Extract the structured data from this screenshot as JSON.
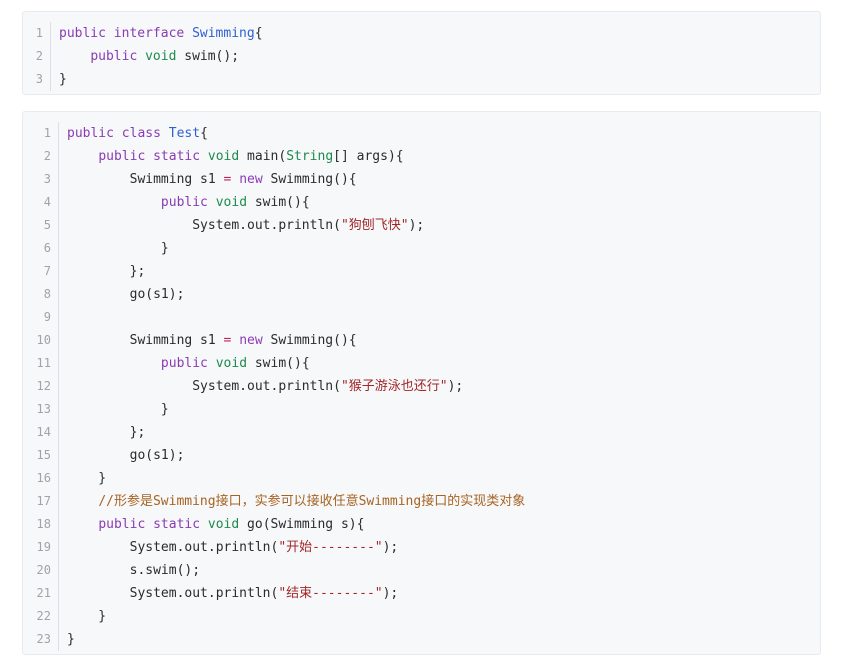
{
  "blocks": [
    {
      "name": "interface-code-block",
      "lines": [
        [
          [
            "kw",
            "public"
          ],
          [
            "p",
            " "
          ],
          [
            "kw",
            "interface"
          ],
          [
            "p",
            " "
          ],
          [
            "cls",
            "Swimming"
          ],
          [
            "p",
            "{"
          ]
        ],
        [
          [
            "p",
            "    "
          ],
          [
            "kw",
            "public"
          ],
          [
            "p",
            " "
          ],
          [
            "ty",
            "void"
          ],
          [
            "p",
            " swim();"
          ]
        ],
        [
          [
            "p",
            "}"
          ]
        ]
      ]
    },
    {
      "name": "test-class-code-block",
      "lines": [
        [
          [
            "kw",
            "public"
          ],
          [
            "p",
            " "
          ],
          [
            "kw",
            "class"
          ],
          [
            "p",
            " "
          ],
          [
            "cls",
            "Test"
          ],
          [
            "p",
            "{"
          ]
        ],
        [
          [
            "p",
            "    "
          ],
          [
            "kw",
            "public"
          ],
          [
            "p",
            " "
          ],
          [
            "kw",
            "static"
          ],
          [
            "p",
            " "
          ],
          [
            "ty",
            "void"
          ],
          [
            "p",
            " main("
          ],
          [
            "ty",
            "String"
          ],
          [
            "p",
            "[] args){"
          ]
        ],
        [
          [
            "p",
            "        Swimming s1 "
          ],
          [
            "op",
            "="
          ],
          [
            "p",
            " "
          ],
          [
            "kw",
            "new"
          ],
          [
            "p",
            " Swimming(){"
          ]
        ],
        [
          [
            "p",
            "            "
          ],
          [
            "kw",
            "public"
          ],
          [
            "p",
            " "
          ],
          [
            "ty",
            "void"
          ],
          [
            "p",
            " swim(){"
          ]
        ],
        [
          [
            "p",
            "                System.out.println("
          ],
          [
            "str",
            "\"狗刨飞快\""
          ],
          [
            "p",
            ");"
          ]
        ],
        [
          [
            "p",
            "            }"
          ]
        ],
        [
          [
            "p",
            "        };"
          ]
        ],
        [
          [
            "p",
            "        go(s1);"
          ]
        ],
        [
          [
            "p",
            ""
          ]
        ],
        [
          [
            "p",
            "        Swimming s1 "
          ],
          [
            "op",
            "="
          ],
          [
            "p",
            " "
          ],
          [
            "kw",
            "new"
          ],
          [
            "p",
            " Swimming(){"
          ]
        ],
        [
          [
            "p",
            "            "
          ],
          [
            "kw",
            "public"
          ],
          [
            "p",
            " "
          ],
          [
            "ty",
            "void"
          ],
          [
            "p",
            " swim(){"
          ]
        ],
        [
          [
            "p",
            "                System.out.println("
          ],
          [
            "str",
            "\"猴子游泳也还行\""
          ],
          [
            "p",
            ");"
          ]
        ],
        [
          [
            "p",
            "            }"
          ]
        ],
        [
          [
            "p",
            "        };"
          ]
        ],
        [
          [
            "p",
            "        go(s1);"
          ]
        ],
        [
          [
            "p",
            "    }"
          ]
        ],
        [
          [
            "p",
            "    "
          ],
          [
            "cmt",
            "//形参是Swimming接口，实参可以接收任意Swimming接口的实现类对象"
          ]
        ],
        [
          [
            "p",
            "    "
          ],
          [
            "kw",
            "public"
          ],
          [
            "p",
            " "
          ],
          [
            "kw",
            "static"
          ],
          [
            "p",
            " "
          ],
          [
            "ty",
            "void"
          ],
          [
            "p",
            " go(Swimming s){"
          ]
        ],
        [
          [
            "p",
            "        System.out.println("
          ],
          [
            "str",
            "\"开始--------\""
          ],
          [
            "p",
            ");"
          ]
        ],
        [
          [
            "p",
            "        s.swim();"
          ]
        ],
        [
          [
            "p",
            "        System.out.println("
          ],
          [
            "str",
            "\"结束--------\""
          ],
          [
            "p",
            ");"
          ]
        ],
        [
          [
            "p",
            "    }"
          ]
        ],
        [
          [
            "p",
            "}"
          ]
        ]
      ]
    }
  ],
  "colors": {
    "keyword": "#8a3cb4",
    "type": "#1f8a4c",
    "class": "#2f5fd0",
    "string": "#a2282a",
    "operator": "#c2255c",
    "comment": "#a86322",
    "background": "#f6f8fa"
  }
}
